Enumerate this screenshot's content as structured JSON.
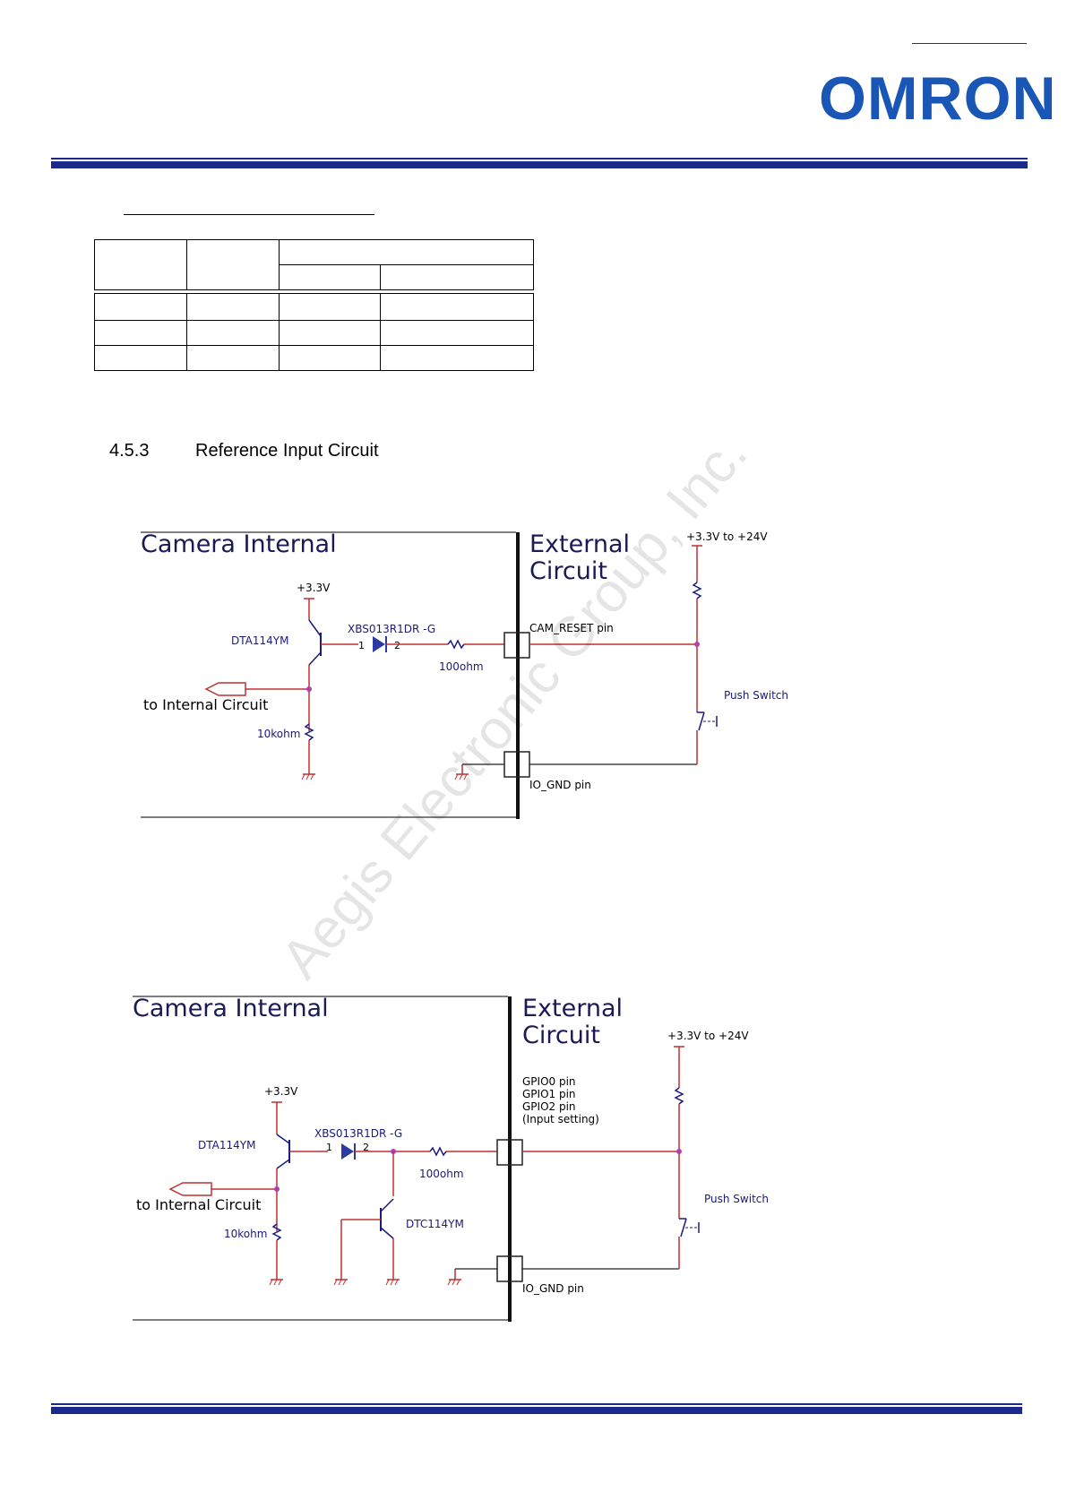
{
  "header": {
    "logo_text": "OMRON",
    "brand_color": "#1a56b5",
    "band_color": "#1a2a8c"
  },
  "section": {
    "number": "4.5.3",
    "title": "Reference Input Circuit"
  },
  "watermark": "Aegis Electronic Group, Inc.",
  "circuit1": {
    "camera_label": "Camera Internal",
    "external_label_line1": "External",
    "external_label_line2": "Circuit",
    "supply_internal": "+3.3V",
    "supply_external": "+3.3V to +24V",
    "transistor": "DTA114YM",
    "diode": "XBS013R1DR -G",
    "diode_pin1": "1",
    "diode_pin2": "2",
    "resistor": "100ohm",
    "pulldown": "10kohm",
    "to_internal": "to Internal Circuit",
    "pin_signal": "CAM_RESET pin",
    "pin_gnd": "IO_GND pin",
    "switch": "Push Switch"
  },
  "circuit2": {
    "camera_label": "Camera Internal",
    "external_label_line1": "External",
    "external_label_line2": "Circuit",
    "supply_internal": "+3.3V",
    "supply_external": "+3.3V to +24V",
    "transistor": "DTA114YM",
    "transistor2": "DTC114YM",
    "diode": "XBS013R1DR -G",
    "diode_pin1": "1",
    "diode_pin2": "2",
    "resistor": "100ohm",
    "pulldown": "10kohm",
    "to_internal": "to Internal Circuit",
    "pins": [
      "GPIO0 pin",
      "GPIO1 pin",
      "GPIO2 pin",
      "(Input setting)"
    ],
    "pin_gnd": "IO_GND pin",
    "switch": "Push Switch"
  }
}
